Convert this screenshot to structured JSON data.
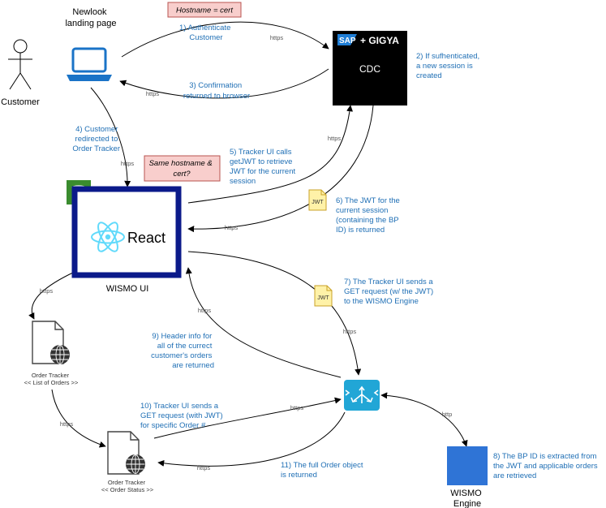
{
  "nodes": {
    "customer": {
      "label": "Customer"
    },
    "laptop": {
      "label": [
        "Newlook",
        "landing page"
      ]
    },
    "cdc": {
      "brand_left": "SAP",
      "brand_right": "+ GIGYA",
      "label": "CDC"
    },
    "react_app": {
      "logo_text": "React",
      "label": "WISMO UI"
    },
    "order_list": {
      "label": [
        "Order Tracker",
        "<< List of Orders >>"
      ]
    },
    "order_status": {
      "label": [
        "Order Tracker",
        "<< Order Status >>"
      ]
    },
    "wismo_engine": {
      "label": [
        "WISMO",
        "Engine"
      ]
    },
    "jwt_tokens": [
      "JWT",
      "JWT"
    ]
  },
  "notes": {
    "hostname_cert": "Hostname = cert",
    "same_hostname": [
      "Same hostname &",
      "cert?"
    ]
  },
  "steps": {
    "s1": [
      "1) Authenticate",
      "Customer"
    ],
    "s2": [
      "2) If sufhenticated,",
      "a new session is",
      "created"
    ],
    "s3": [
      "3) Confirmation",
      "returned to browser"
    ],
    "s4": [
      "4) Customer",
      "redirected to",
      "Order Tracker"
    ],
    "s5": [
      "5) Tracker UI calls",
      "getJWT to retrieve",
      "JWT for the current",
      "session"
    ],
    "s6": [
      "6) The JWT for the",
      "current session",
      "(containing the BP",
      "ID) is returned"
    ],
    "s7": [
      "7) The Tracker UI sends a",
      "GET request (w/ the JWT)",
      "to the WISMO Engine"
    ],
    "s8": [
      "8) The BP ID is extracted from",
      "the JWT and applicable orders",
      "are retrieved"
    ],
    "s9": [
      "9) Header info for",
      "all of the currect",
      "customer's orders",
      "are returned"
    ],
    "s10": [
      "10) Tracker UI sends a",
      "GET request (with JWT)",
      "for specific Order #"
    ],
    "s11": [
      "11) The full Order object",
      "is returned"
    ]
  },
  "edge_labels": {
    "https": "https",
    "http": "http"
  },
  "colors": {
    "step_text": "#1f6fb5",
    "note_fill": "#f8cecc",
    "note_stroke": "#b85450",
    "react_frame": "#0b1a8a",
    "react_blue": "#61dafb",
    "laptop_blue": "#1a73c7",
    "engine_blue": "#2f74d6",
    "gateway_blue": "#21a6d6",
    "bucket_green": "#3a8c2e",
    "jwt_yellow": "#fff2a8"
  }
}
